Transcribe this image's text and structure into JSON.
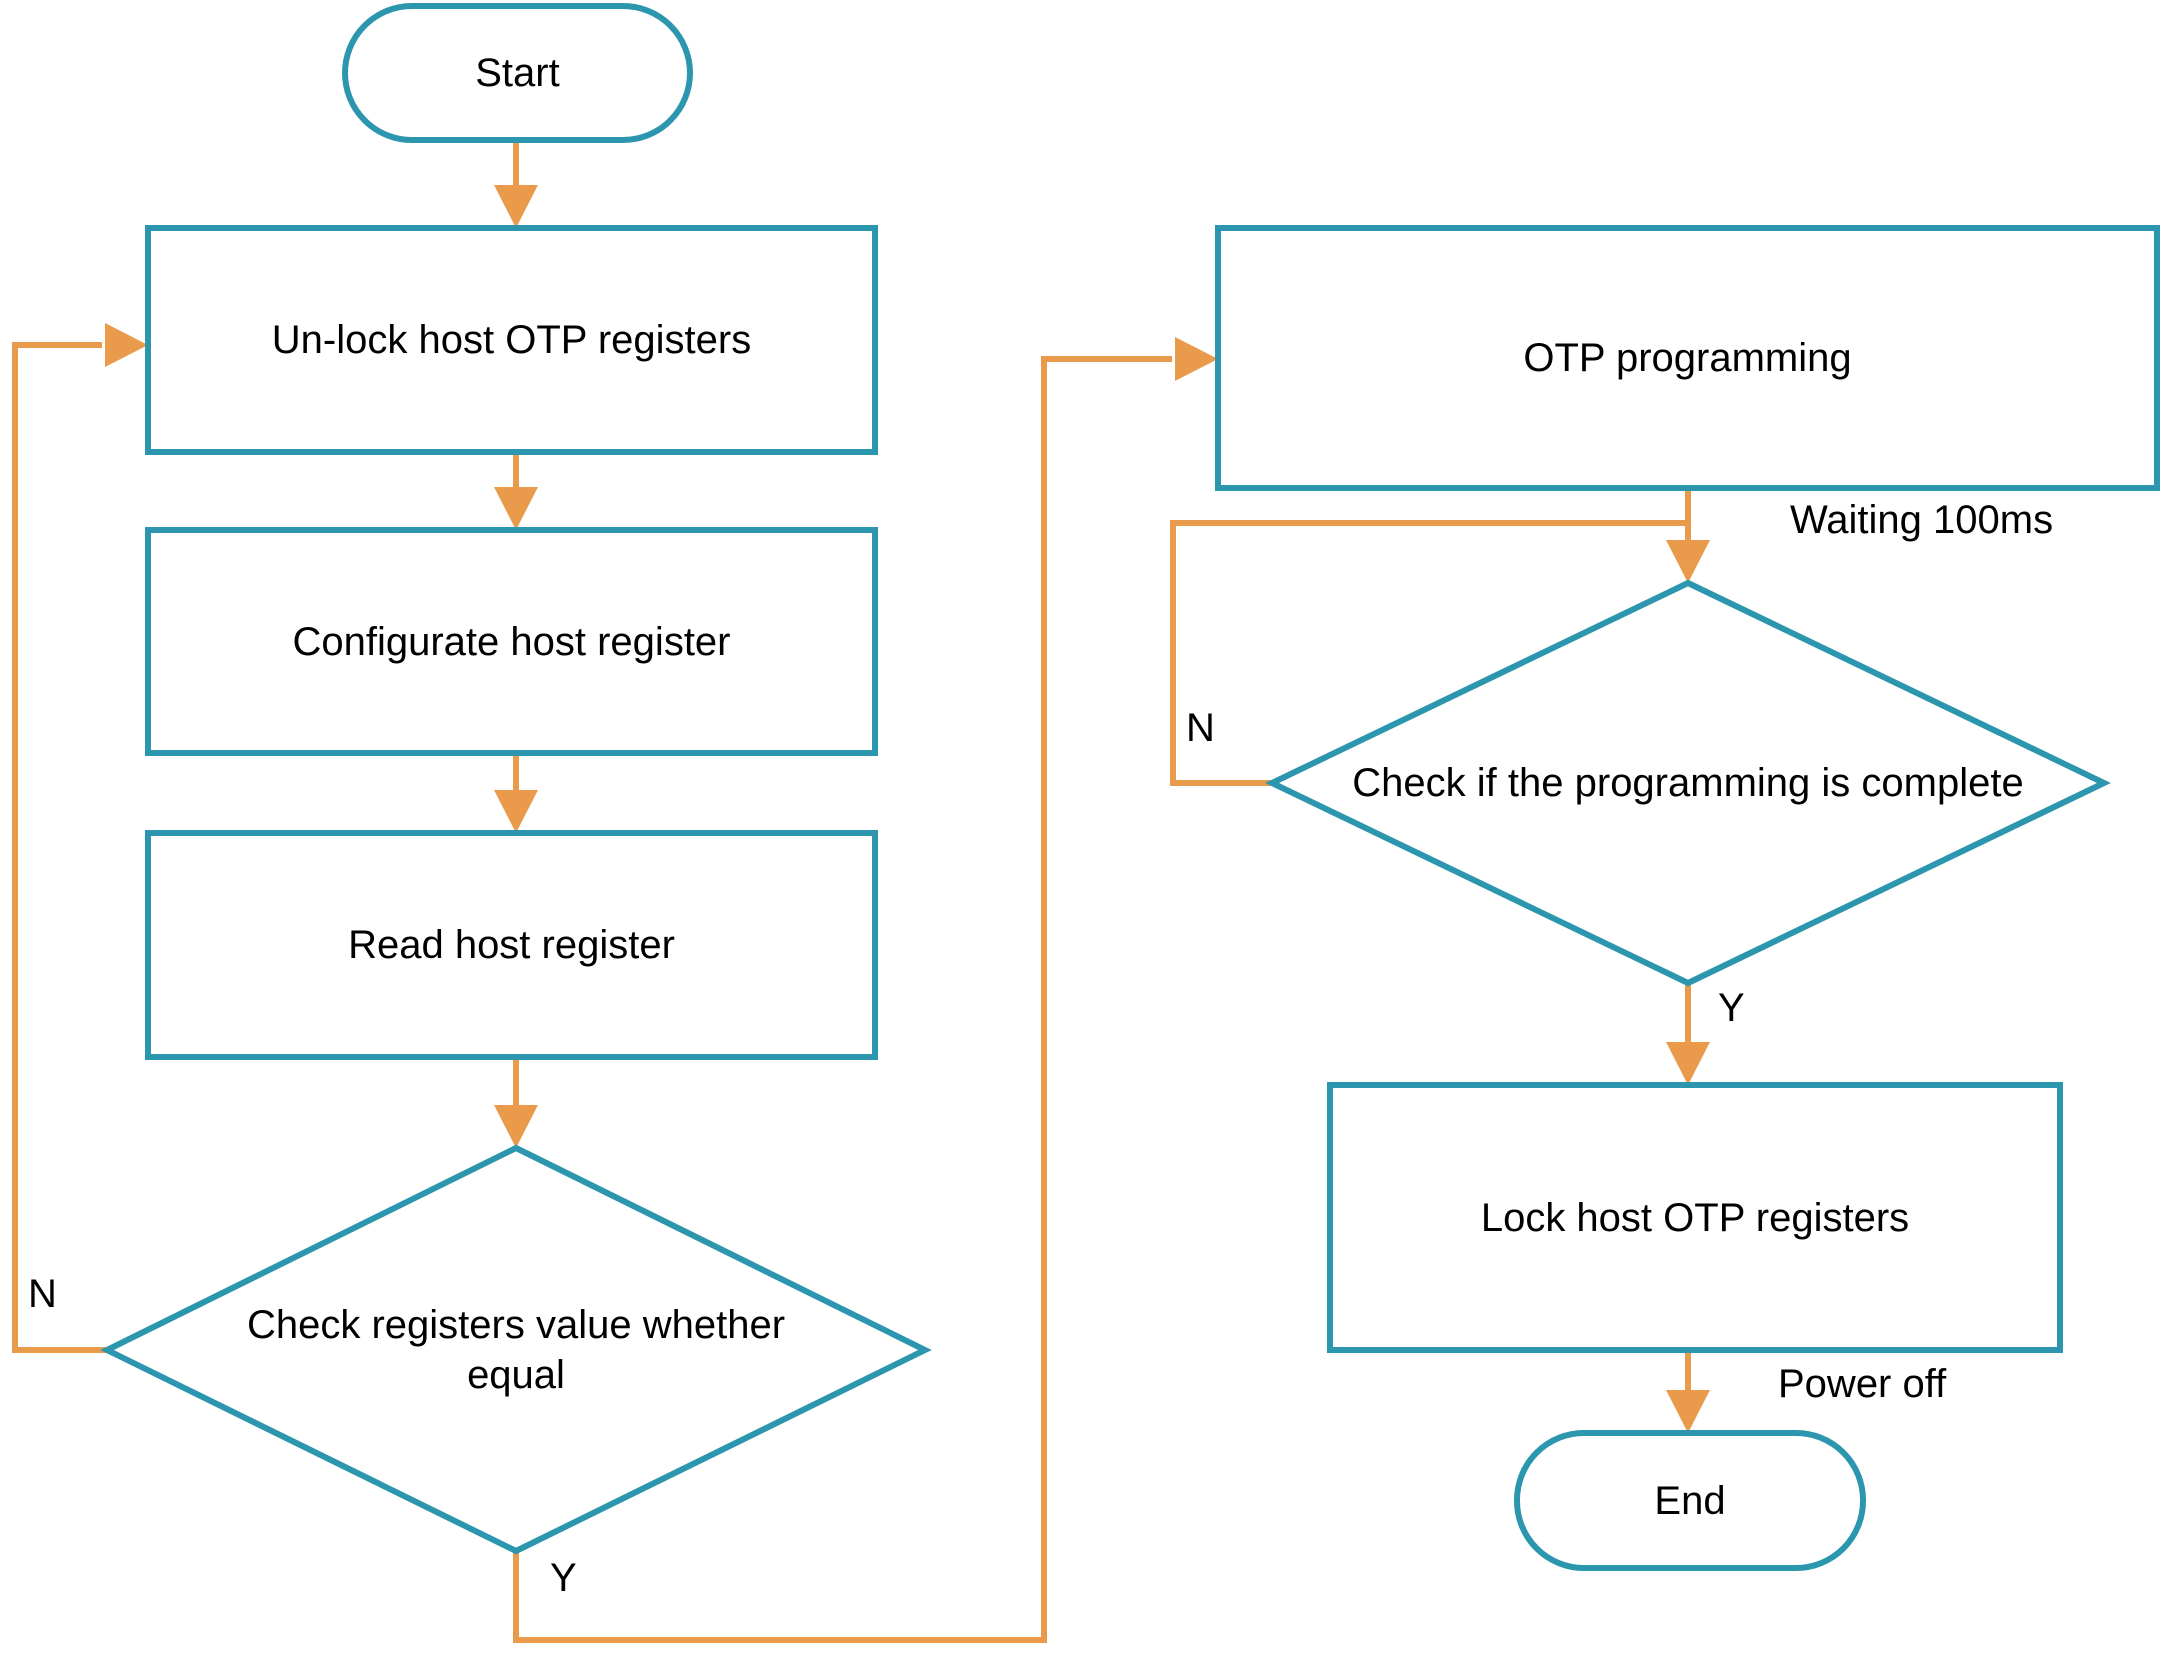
{
  "title": "OTP programming flowchart",
  "colors": {
    "shape_border": "#2b96ad",
    "arrow": "#e99a4a",
    "text": "#000000",
    "background": "#ffffff"
  },
  "nodes": {
    "start": {
      "type": "terminator",
      "label": "Start"
    },
    "unlock": {
      "type": "process",
      "label": "Un-lock host OTP registers"
    },
    "configurate": {
      "type": "process",
      "label": "Configurate host register"
    },
    "read": {
      "type": "process",
      "label": "Read host register"
    },
    "check_equal": {
      "type": "decision",
      "label": "Check registers value whether equal"
    },
    "otp_programming": {
      "type": "process",
      "label": "OTP programming"
    },
    "check_complete": {
      "type": "decision",
      "label": "Check if the programming is complete"
    },
    "lock": {
      "type": "process",
      "label": "Lock host OTP registers"
    },
    "end": {
      "type": "terminator",
      "label": "End"
    }
  },
  "edge_labels": {
    "check_equal_no": "N",
    "check_equal_yes": "Y",
    "waiting": "Waiting 100ms",
    "check_complete_no": "N",
    "check_complete_yes": "Y",
    "power_off": "Power off"
  }
}
